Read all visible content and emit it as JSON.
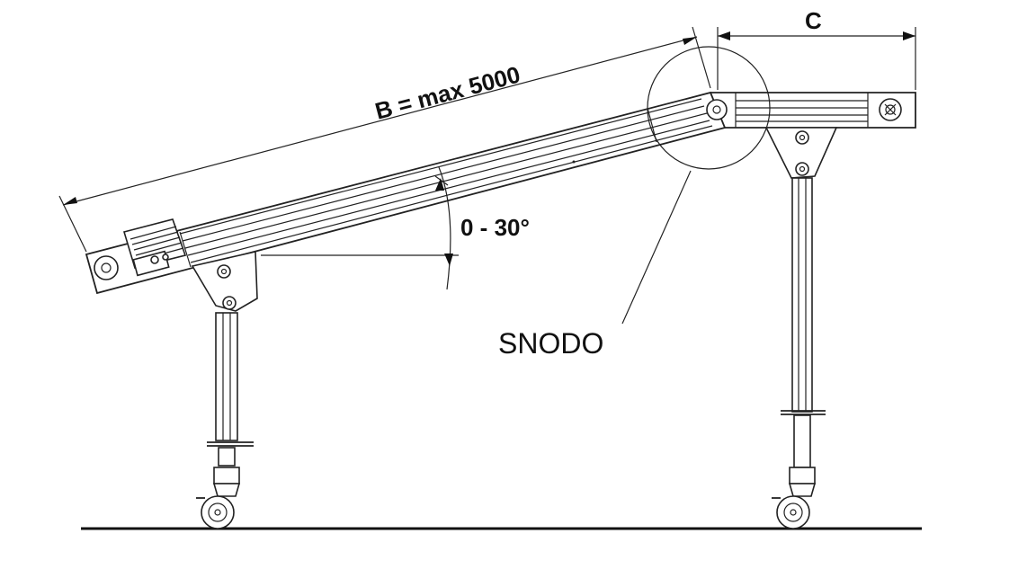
{
  "labels": {
    "length": "B = max 5000",
    "width": "C",
    "angle": "0 - 30°",
    "detail": "SNODO"
  }
}
